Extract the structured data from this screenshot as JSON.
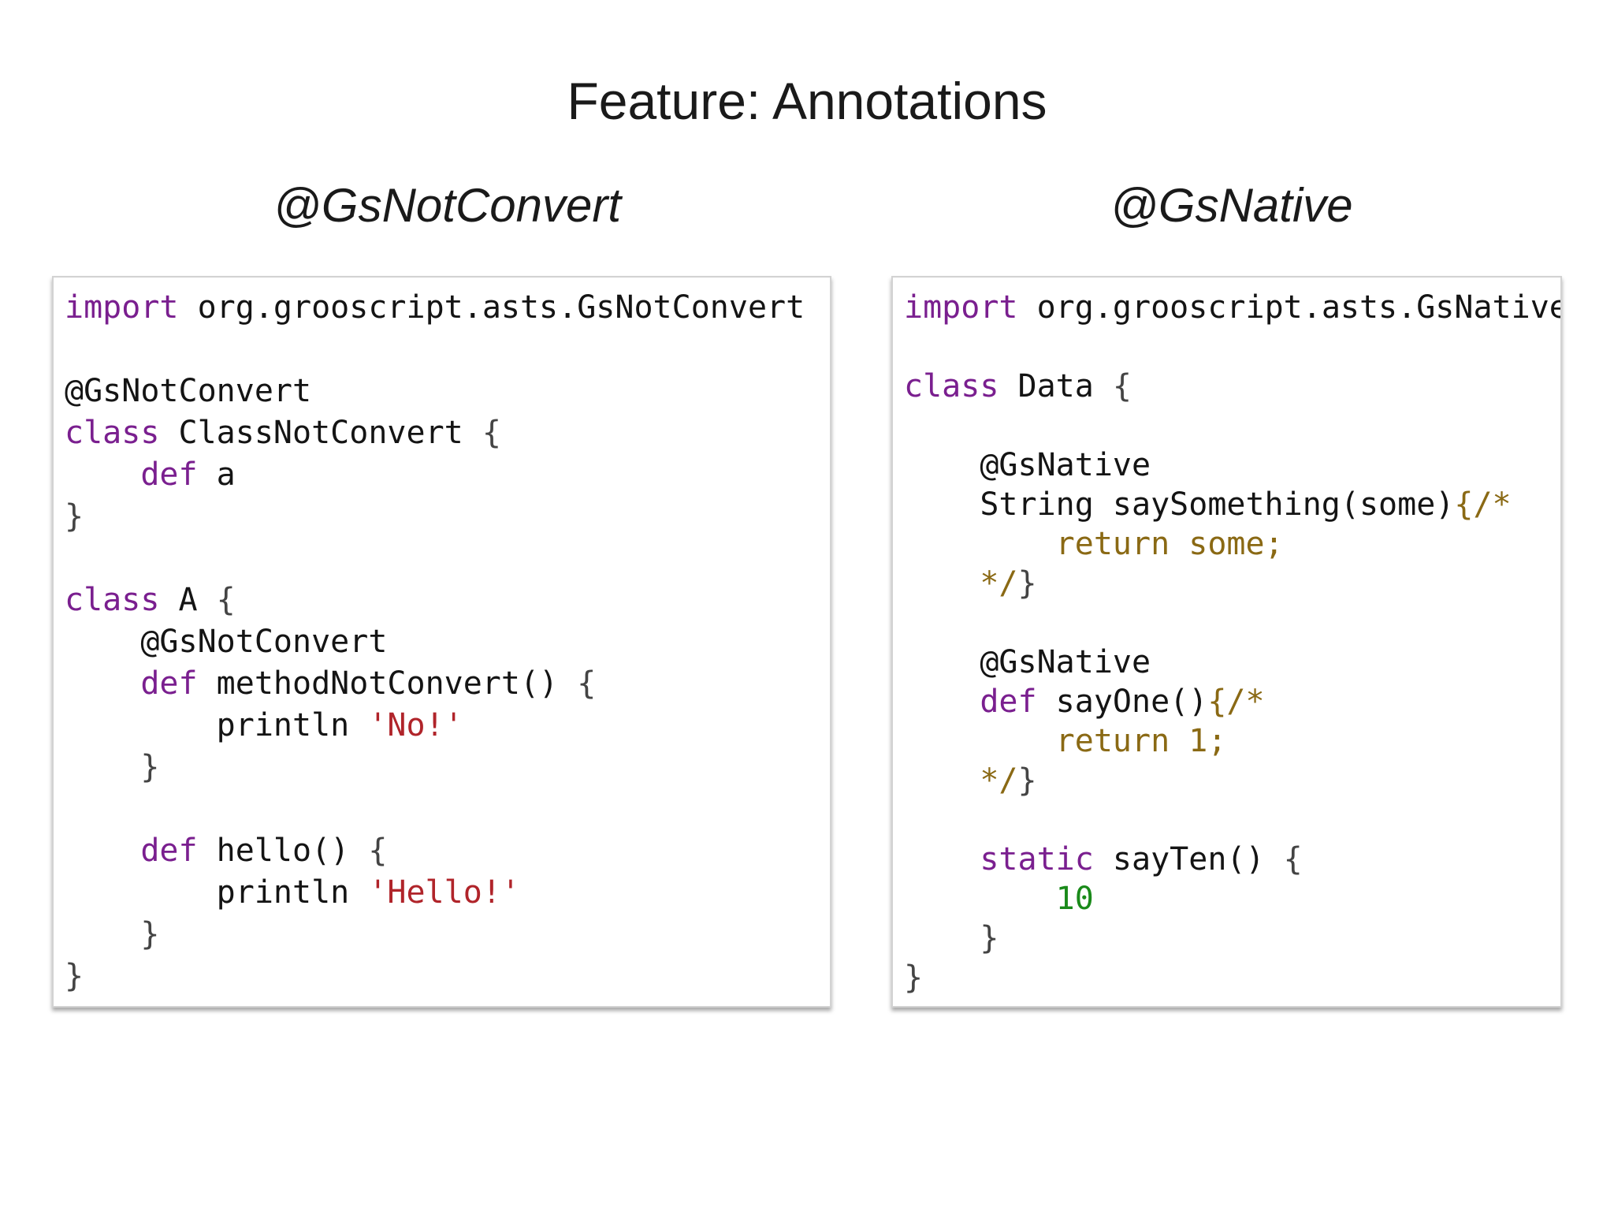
{
  "slide": {
    "title": "Feature: Annotations",
    "left_heading": "@GsNotConvert",
    "right_heading": "@GsNative"
  },
  "colors": {
    "keyword": "#7a1f8f",
    "string": "#b0242a",
    "comment": "#8a6914",
    "number": "#1a8a1a",
    "text": "#141414"
  },
  "left_code": {
    "lines": [
      [
        {
          "t": "import",
          "k": "kw"
        },
        {
          "t": " org.grooscript.asts.GsNotConvert",
          "k": "plain"
        }
      ],
      [],
      [
        {
          "t": "@GsNotConvert",
          "k": "plain"
        }
      ],
      [
        {
          "t": "class",
          "k": "kw"
        },
        {
          "t": " ClassNotConvert ",
          "k": "plain"
        },
        {
          "t": "{",
          "k": "punct"
        }
      ],
      [
        {
          "t": "    ",
          "k": "plain"
        },
        {
          "t": "def",
          "k": "kw"
        },
        {
          "t": " a",
          "k": "plain"
        }
      ],
      [
        {
          "t": "}",
          "k": "punct"
        }
      ],
      [],
      [
        {
          "t": "class",
          "k": "kw"
        },
        {
          "t": " A ",
          "k": "plain"
        },
        {
          "t": "{",
          "k": "punct"
        }
      ],
      [
        {
          "t": "    @GsNotConvert",
          "k": "plain"
        }
      ],
      [
        {
          "t": "    ",
          "k": "plain"
        },
        {
          "t": "def",
          "k": "kw"
        },
        {
          "t": " methodNotConvert() ",
          "k": "plain"
        },
        {
          "t": "{",
          "k": "punct"
        }
      ],
      [
        {
          "t": "        println ",
          "k": "plain"
        },
        {
          "t": "'No!'",
          "k": "str"
        }
      ],
      [
        {
          "t": "    }",
          "k": "punct"
        }
      ],
      [],
      [
        {
          "t": "    ",
          "k": "plain"
        },
        {
          "t": "def",
          "k": "kw"
        },
        {
          "t": " hello() ",
          "k": "plain"
        },
        {
          "t": "{",
          "k": "punct"
        }
      ],
      [
        {
          "t": "        println ",
          "k": "plain"
        },
        {
          "t": "'Hello!'",
          "k": "str"
        }
      ],
      [
        {
          "t": "    }",
          "k": "punct"
        }
      ],
      [
        {
          "t": "}",
          "k": "punct"
        }
      ]
    ]
  },
  "right_code": {
    "lines": [
      [
        {
          "t": "import",
          "k": "kw"
        },
        {
          "t": " org.grooscript.asts.GsNative",
          "k": "plain"
        }
      ],
      [],
      [
        {
          "t": "class",
          "k": "kw"
        },
        {
          "t": " Data ",
          "k": "plain"
        },
        {
          "t": "{",
          "k": "punct"
        }
      ],
      [],
      [
        {
          "t": "    @GsNative",
          "k": "plain"
        }
      ],
      [
        {
          "t": "    String saySomething(some)",
          "k": "plain"
        },
        {
          "t": "{/*",
          "k": "com"
        }
      ],
      [
        {
          "t": "        return some;",
          "k": "com"
        }
      ],
      [
        {
          "t": "    */",
          "k": "com"
        },
        {
          "t": "}",
          "k": "punct"
        }
      ],
      [],
      [
        {
          "t": "    @GsNative",
          "k": "plain"
        }
      ],
      [
        {
          "t": "    ",
          "k": "plain"
        },
        {
          "t": "def",
          "k": "kw"
        },
        {
          "t": " sayOne()",
          "k": "plain"
        },
        {
          "t": "{/*",
          "k": "com"
        }
      ],
      [
        {
          "t": "        return 1;",
          "k": "com"
        }
      ],
      [
        {
          "t": "    */",
          "k": "com"
        },
        {
          "t": "}",
          "k": "punct"
        }
      ],
      [],
      [
        {
          "t": "    ",
          "k": "plain"
        },
        {
          "t": "static",
          "k": "kw"
        },
        {
          "t": " sayTen() ",
          "k": "plain"
        },
        {
          "t": "{",
          "k": "punct"
        }
      ],
      [
        {
          "t": "        ",
          "k": "plain"
        },
        {
          "t": "10",
          "k": "num"
        }
      ],
      [
        {
          "t": "    }",
          "k": "punct"
        }
      ],
      [
        {
          "t": "}",
          "k": "punct"
        }
      ]
    ]
  }
}
